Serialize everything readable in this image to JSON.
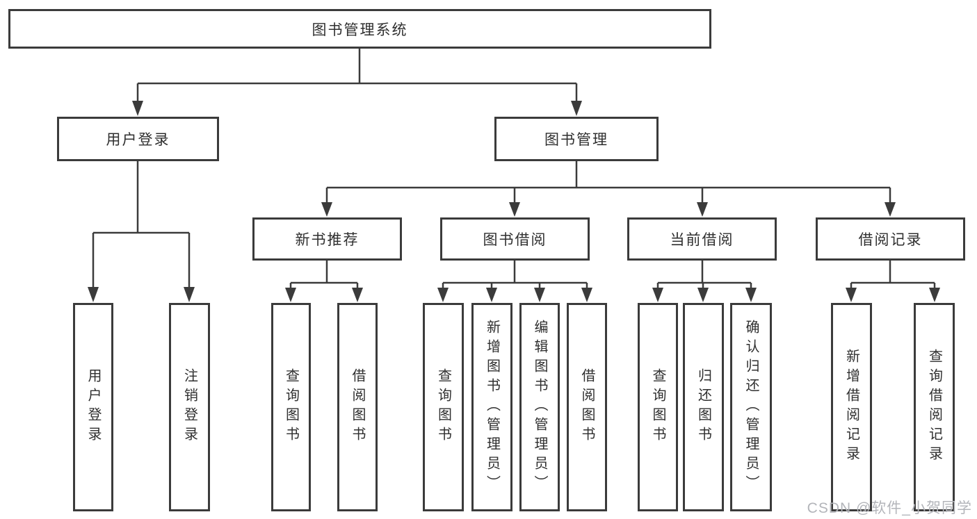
{
  "diagram": {
    "root": {
      "label": "图书管理系统"
    },
    "branches": [
      {
        "label": "用户登录",
        "children": [
          {
            "label": "用户登录"
          },
          {
            "label": "注销登录"
          }
        ]
      },
      {
        "label": "图书管理",
        "children": [
          {
            "label": "新书推荐",
            "children": [
              {
                "label": "查询图书"
              },
              {
                "label": "借阅图书"
              }
            ]
          },
          {
            "label": "图书借阅",
            "children": [
              {
                "label": "查询图书"
              },
              {
                "label": "新增图书（管理员）"
              },
              {
                "label": "编辑图书（管理员）"
              },
              {
                "label": "借阅图书"
              }
            ]
          },
          {
            "label": "当前借阅",
            "children": [
              {
                "label": "查询图书"
              },
              {
                "label": "归还图书"
              },
              {
                "label": "确认归还（管理员）"
              }
            ]
          },
          {
            "label": "借阅记录",
            "children": [
              {
                "label": "新增借阅记录"
              },
              {
                "label": "查询借阅记录"
              }
            ]
          }
        ]
      }
    ]
  },
  "watermark": {
    "text": "CSDN @软件_小贺同学"
  },
  "colors": {
    "line": "#3b3b3b",
    "text": "#2f2f2f",
    "background": "#ffffff",
    "watermark": "#b3b5ba"
  }
}
